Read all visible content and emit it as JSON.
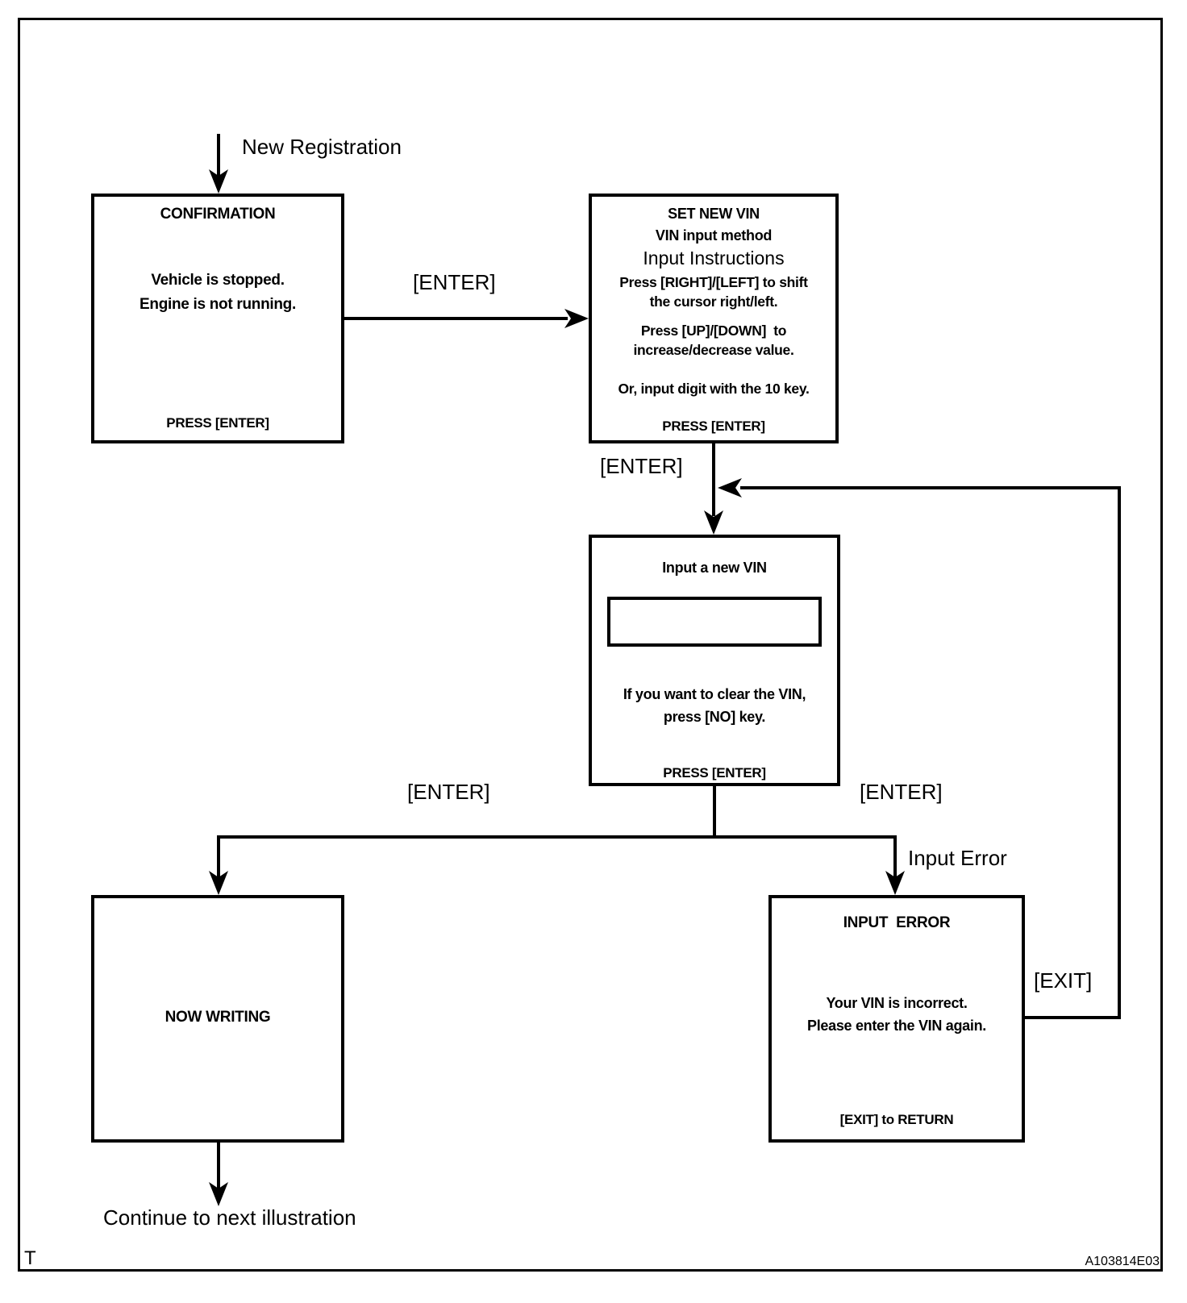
{
  "colors": {
    "line": "#000000",
    "background": "#ffffff"
  },
  "labels": {
    "new_registration": "New Registration",
    "enter_top": "[ENTER]",
    "enter_mid": "[ENTER]",
    "enter_left": "[ENTER]",
    "enter_right": "[ENTER]",
    "input_error": "Input Error",
    "exit": "[EXIT]",
    "continue_next": "Continue to next illustration"
  },
  "boxes": {
    "confirmation": {
      "title": "CONFIRMATION",
      "body1": "Vehicle is stopped.",
      "body2": "Engine is not running.",
      "footer": "PRESS [ENTER]"
    },
    "set_new_vin": {
      "title": "SET NEW VIN",
      "subtitle": "VIN input method",
      "heading": "Input Instructions",
      "inst1": "Press [RIGHT]/[LEFT] to shift",
      "inst2": "the cursor right/left.",
      "inst3": "Press [UP]/[DOWN]  to",
      "inst4": "increase/decrease value.",
      "inst5": "Or, input digit with the 10 key.",
      "footer": "PRESS [ENTER]"
    },
    "input_new_vin": {
      "title": "Input a new VIN",
      "vin_field_value": "",
      "note1": "If you want to clear the VIN,",
      "note2": "press [NO] key.",
      "footer": "PRESS [ENTER]"
    },
    "now_writing": {
      "title": "NOW WRITING"
    },
    "input_error": {
      "title": "INPUT  ERROR",
      "body1": "Your VIN is incorrect.",
      "body2": "Please enter the VIN again.",
      "footer": "[EXIT] to RETURN"
    }
  },
  "footer_marks": {
    "left": "T",
    "right": "A103814E03"
  }
}
